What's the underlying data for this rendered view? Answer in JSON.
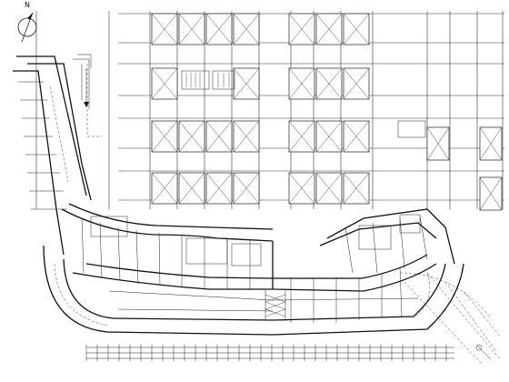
{
  "drawing": {
    "north_label": "N",
    "paper_color": "#ffffff",
    "ink_color": "#1a1a1a"
  },
  "parking": {
    "left_columns": 4,
    "right_columns": 3,
    "rows": 4
  }
}
